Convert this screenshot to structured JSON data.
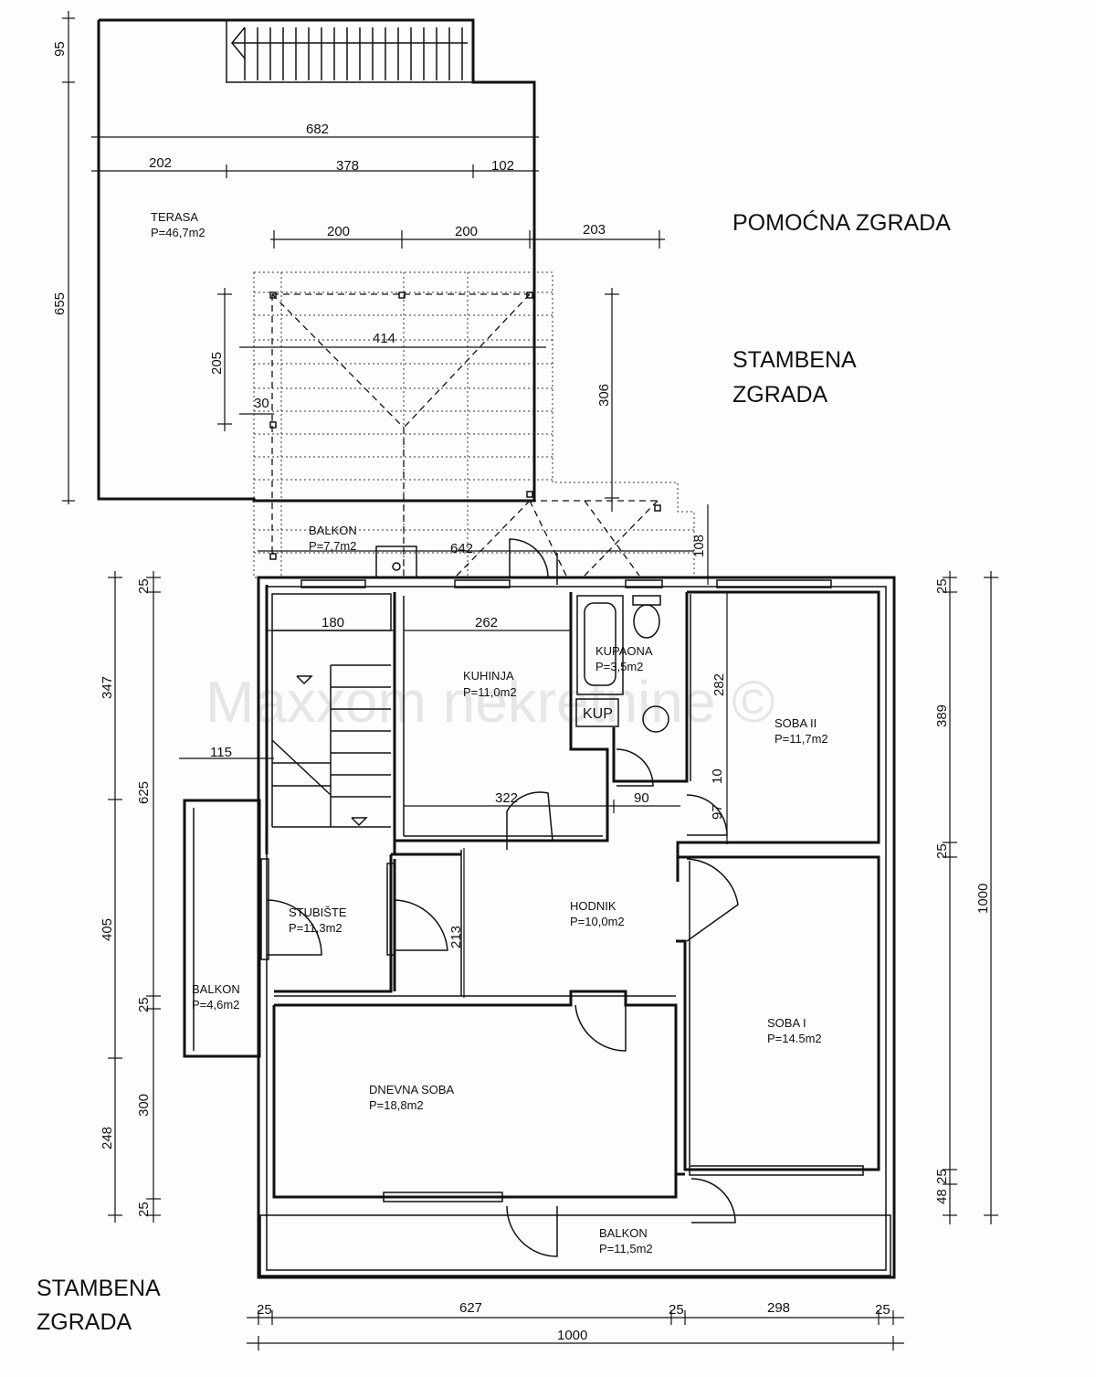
{
  "titles": {
    "pomocna": "POMOĆNA ZGRADA",
    "stambena_right_1": "STAMBENA",
    "stambena_right_2": "ZGRADA",
    "stambena_left_1": "STAMBENA",
    "stambena_left_2": "ZGRADA"
  },
  "watermark": "Maxxom nekretnine ©",
  "rooms": {
    "terasa": {
      "name": "TERASA",
      "area": "P=46,7m2"
    },
    "balkon_top": {
      "name": "BALKON",
      "area": "P=7,7m2"
    },
    "kuhinja": {
      "name": "KUHINJA",
      "area": "P=11,0m2"
    },
    "kupaona": {
      "name": "KUPAONA",
      "area": "P=3,5m2"
    },
    "kup": {
      "name": "KUP"
    },
    "soba2": {
      "name": "SOBA II",
      "area": "P=11,7m2"
    },
    "stubiste": {
      "name": "STUBIŠTE",
      "area": "P=11,3m2"
    },
    "hodnik": {
      "name": "HODNIK",
      "area": "P=10,0m2"
    },
    "balkon_left": {
      "name": "BALKON",
      "area": "P=4,6m2"
    },
    "soba1": {
      "name": "SOBA I",
      "area": "P=14.5m2"
    },
    "dnevna": {
      "name": "DNEVNA SOBA",
      "area": "P=18,8m2"
    },
    "balkon_bottom": {
      "name": "BALKON",
      "area": "P=11,5m2"
    }
  },
  "dims": {
    "d95": "95",
    "d655": "655",
    "d682": "682",
    "d202": "202",
    "d378": "378",
    "d102": "102",
    "d200a": "200",
    "d200b": "200",
    "d203": "203",
    "d414": "414",
    "d205": "205",
    "d30": "30",
    "d306": "306",
    "d108": "108",
    "d642": "642",
    "d180": "180",
    "d262": "262",
    "d282": "282",
    "d115": "115",
    "d322": "322",
    "d90": "90",
    "d97": "97",
    "d10": "10",
    "d213": "213",
    "l25a": "25",
    "l347": "347",
    "l625": "625",
    "l405": "405",
    "l25b": "25",
    "l300": "300",
    "l248": "248",
    "l25c": "25",
    "r25a": "25",
    "r389": "389",
    "r25b": "25",
    "r1000": "1000",
    "r48": "48",
    "r25c": "25",
    "b25a": "25",
    "b627": "627",
    "b25b": "25",
    "b298": "298",
    "b25c": "25",
    "b1000": "1000"
  }
}
